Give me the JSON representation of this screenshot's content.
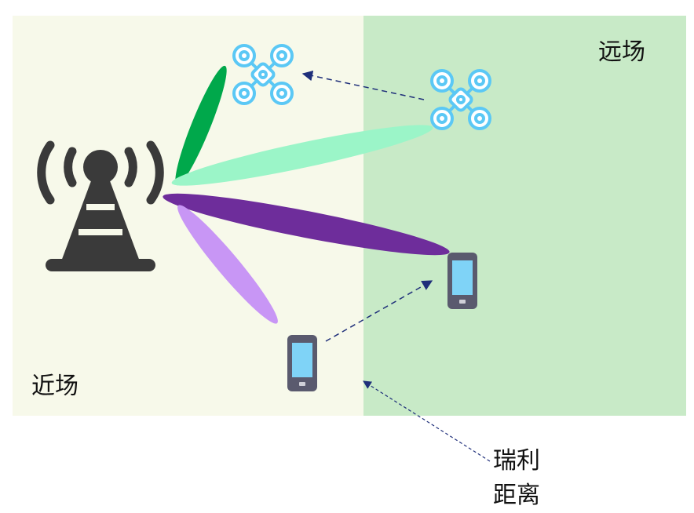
{
  "labels": {
    "near_field": "近场",
    "far_field": "远场",
    "rayleigh_line1": "瑞利",
    "rayleigh_line2": "距离"
  },
  "colors": {
    "near_field_bg": "#f7f9ea",
    "far_field_bg": "#c8eac7",
    "tower": "#3a3a3a",
    "beam_dark_green": "#00a84b",
    "beam_light_green": "#9bf5c8",
    "beam_dark_purple": "#6e2d9b",
    "beam_light_purple": "#c896f5",
    "drone": "#5bc8f5",
    "phone_body": "#5a5a6e",
    "phone_screen": "#7fd3f7",
    "arrow": "#1f2f7a"
  },
  "icons": [
    "cell-tower-icon",
    "drone-icon",
    "smartphone-icon"
  ]
}
